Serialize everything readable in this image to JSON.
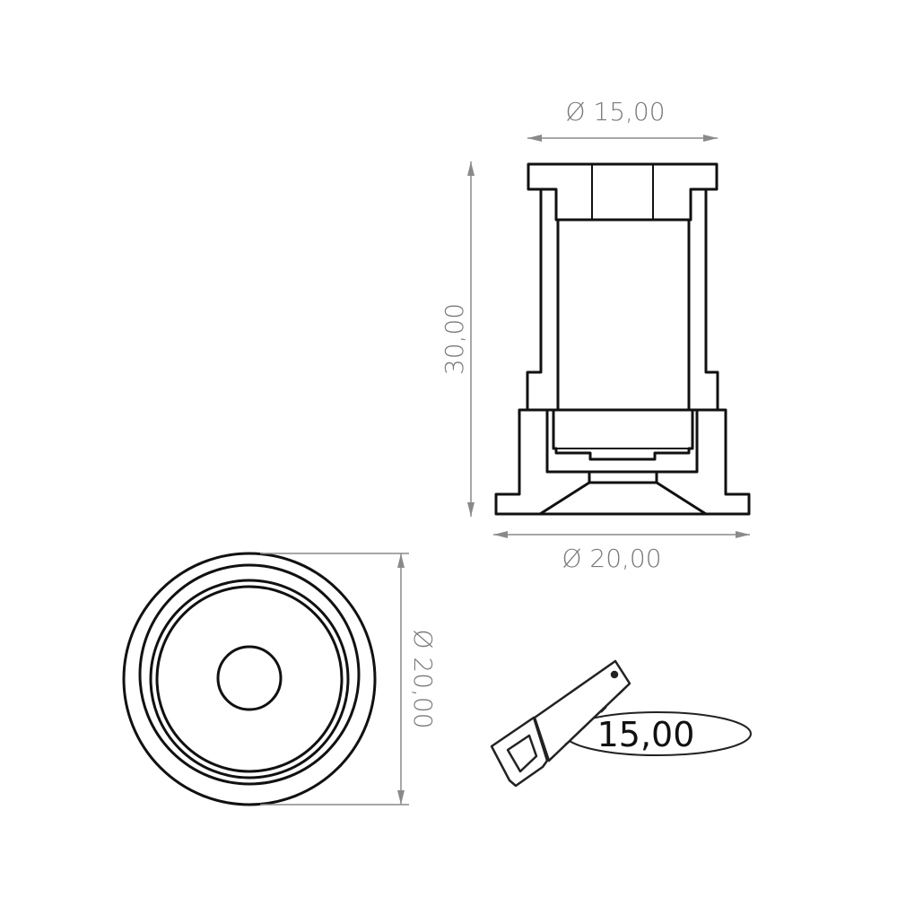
{
  "drawing": {
    "front_view": {
      "dim_top_diameter": "Ø 15,00",
      "dim_height": "30,00",
      "dim_bottom_diameter": "Ø 20,00"
    },
    "top_view": {
      "dim_diameter": "Ø 20,00"
    },
    "cut_length": {
      "icon": "saw-icon",
      "value": "15,00"
    },
    "colors": {
      "line": "#111111",
      "dimension": "#8a8a8a"
    }
  }
}
